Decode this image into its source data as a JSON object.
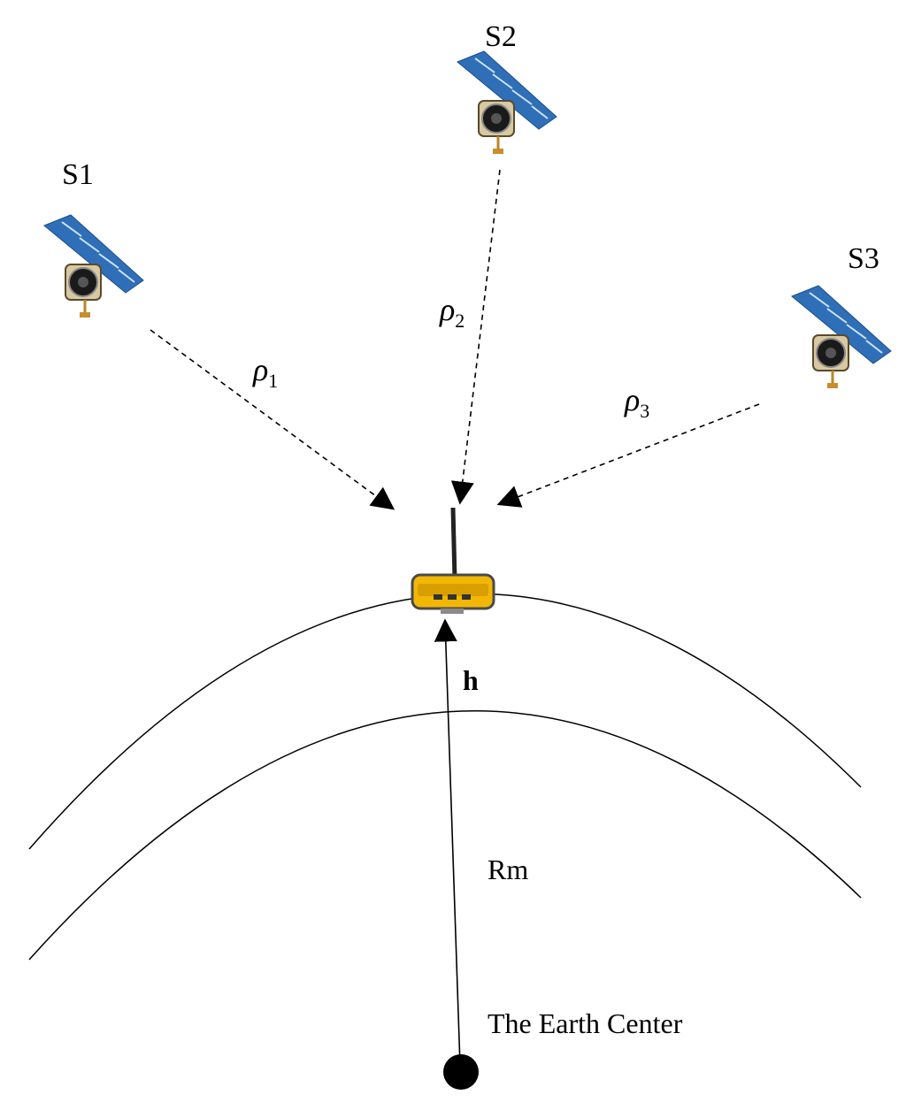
{
  "satellites": [
    {
      "id": "s1",
      "label": "S1"
    },
    {
      "id": "s2",
      "label": "S2"
    },
    {
      "id": "s3",
      "label": "S3"
    }
  ],
  "ranges": [
    {
      "symbol": "ρ",
      "sub": "1"
    },
    {
      "symbol": "ρ",
      "sub": "2"
    },
    {
      "symbol": "ρ",
      "sub": "3"
    }
  ],
  "height_label": "h",
  "radius_label": "Rm",
  "center_label": "The Earth Center",
  "colors": {
    "panel_blue": "#2f6fb8",
    "panel_light": "#7fb0e6",
    "receiver_yellow": "#f2b705",
    "receiver_dark": "#4a4a4a"
  }
}
